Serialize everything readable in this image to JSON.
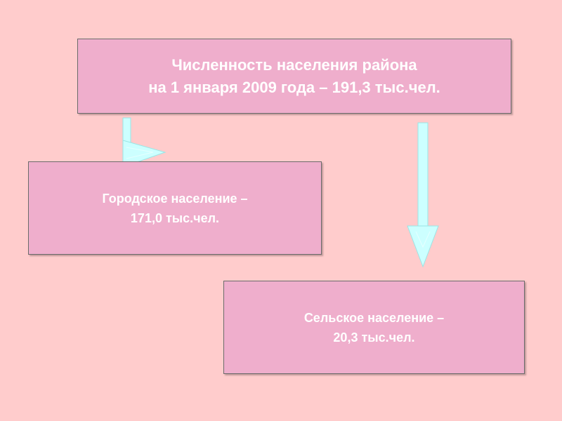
{
  "colors": {
    "background": "#ffcccc",
    "box_fill": "#efaecc",
    "box_border": "#6b6b6b",
    "text": "#ffffff",
    "arrow": "#ccffff",
    "arrow_stroke": "#99e6e6"
  },
  "total": {
    "line1": "Численность населения района",
    "line2": "на 1 января 2009 года – 191,3 тыс.чел."
  },
  "urban": {
    "line1": "Городское население –",
    "line2": "171,0 тыс.чел."
  },
  "rural": {
    "line1": "Сельское население –",
    "line2": "20,3 тыс.чел."
  },
  "arrows": [
    {
      "name": "arrow-to-urban",
      "icon": "bent-arrow-right-icon"
    },
    {
      "name": "arrow-to-rural",
      "icon": "arrow-down-icon"
    }
  ]
}
